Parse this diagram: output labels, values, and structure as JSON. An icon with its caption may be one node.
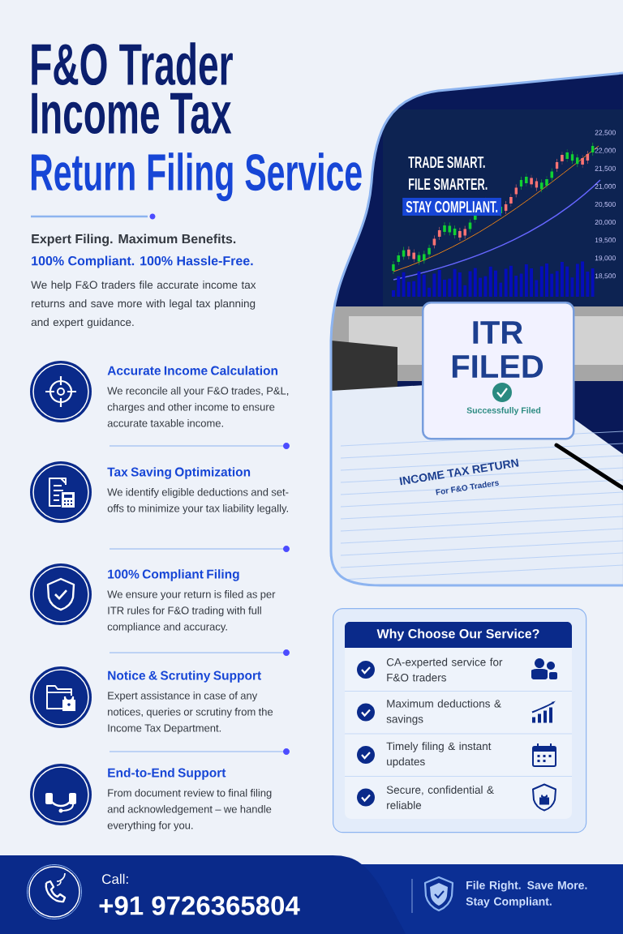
{
  "diagram": {
    "title": "F&O Trader Income Tax",
    "nodes": [
      {
        "text": [
          "Accurate Income Calculation",
          "We reconcile all your F&O trades, P&L, charges and other income to ensure accurate taxable income."
        ]
      },
      {
        "text": [
          "Tax Saving Optimization",
          "We identify eligible deductions and set-offs to minimize your tax liability legally."
        ]
      },
      {
        "text": [
          "100% Compliant Filing",
          "We ensure your return is filed as per ITR rules for F&O trading with full compliance and accuracy."
        ]
      },
      {
        "text": [
          "Notice & Scrutiny Support",
          "Expert assistance in case of any notices, queries or scrutiny from the Income Tax Department."
        ]
      },
      {
        "text": [
          "End-to-End Support",
          "From document review to final filing and acknowledgement – we handle everything for you."
        ]
      },
      {
        "text": [
          "ITR FILED",
          "Successfully Filed"
        ]
      },
      {
        "text": [
          "Why Choose Our Service?"
        ]
      },
      {
        "text": [
          "CA-experted service for F&O traders"
        ],
        "in": 6
      },
      {
        "text": [
          "Maximum deductions & savings"
        ],
        "in": 6
      },
      {
        "text": [
          "Timely filing & instant updates"
        ],
        "in": 6
      },
      {
        "text": [
          "Secure, confidential & reliable"
        ],
        "in": 6
      }
    ],
    "labels": [
      "Return Filing Service",
      "Expert Filing. Maximum Benefits.",
      "100% Compliant. 100% Hassle-Free.",
      "We help F&O traders file accurate income tax returns and save more with legal tax planning and expert guidance.",
      "TRADE SMART.",
      "FILE SMARTER.",
      "STAY COMPLIANT.",
      "22,500",
      "22,000",
      "21,500",
      "21,000",
      "20,500",
      "20,000",
      "19,500",
      "19,000",
      "18,500",
      "INCOME TAX RETURN",
      "For F&O Traders",
      "Call:",
      "+91 9726365804",
      "File Right. Save More. Stay Compliant."
    ]
  }
}
